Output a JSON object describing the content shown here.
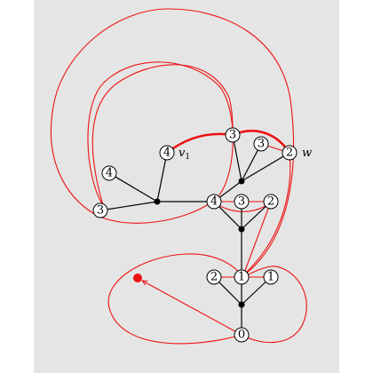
{
  "colors": {
    "panel_background": "#e5e5e5",
    "black_edges": "#000000",
    "red_curves": "#ee1111",
    "node_fill": "#ffffff"
  },
  "vertex_labels": {
    "v1": "v",
    "v1_subscript": "1",
    "w": "w"
  },
  "nodes": {
    "n_top3": "3",
    "n_mid3": "3",
    "n_v1": "4",
    "n_w": "2",
    "n_left4": "4",
    "n_left3": "3",
    "n_center4": "4",
    "n_center3": "3",
    "n_right2": "2",
    "n_low1": "1",
    "n_low2": "2",
    "n_lowright1": "1",
    "n_bottom0": "0"
  }
}
